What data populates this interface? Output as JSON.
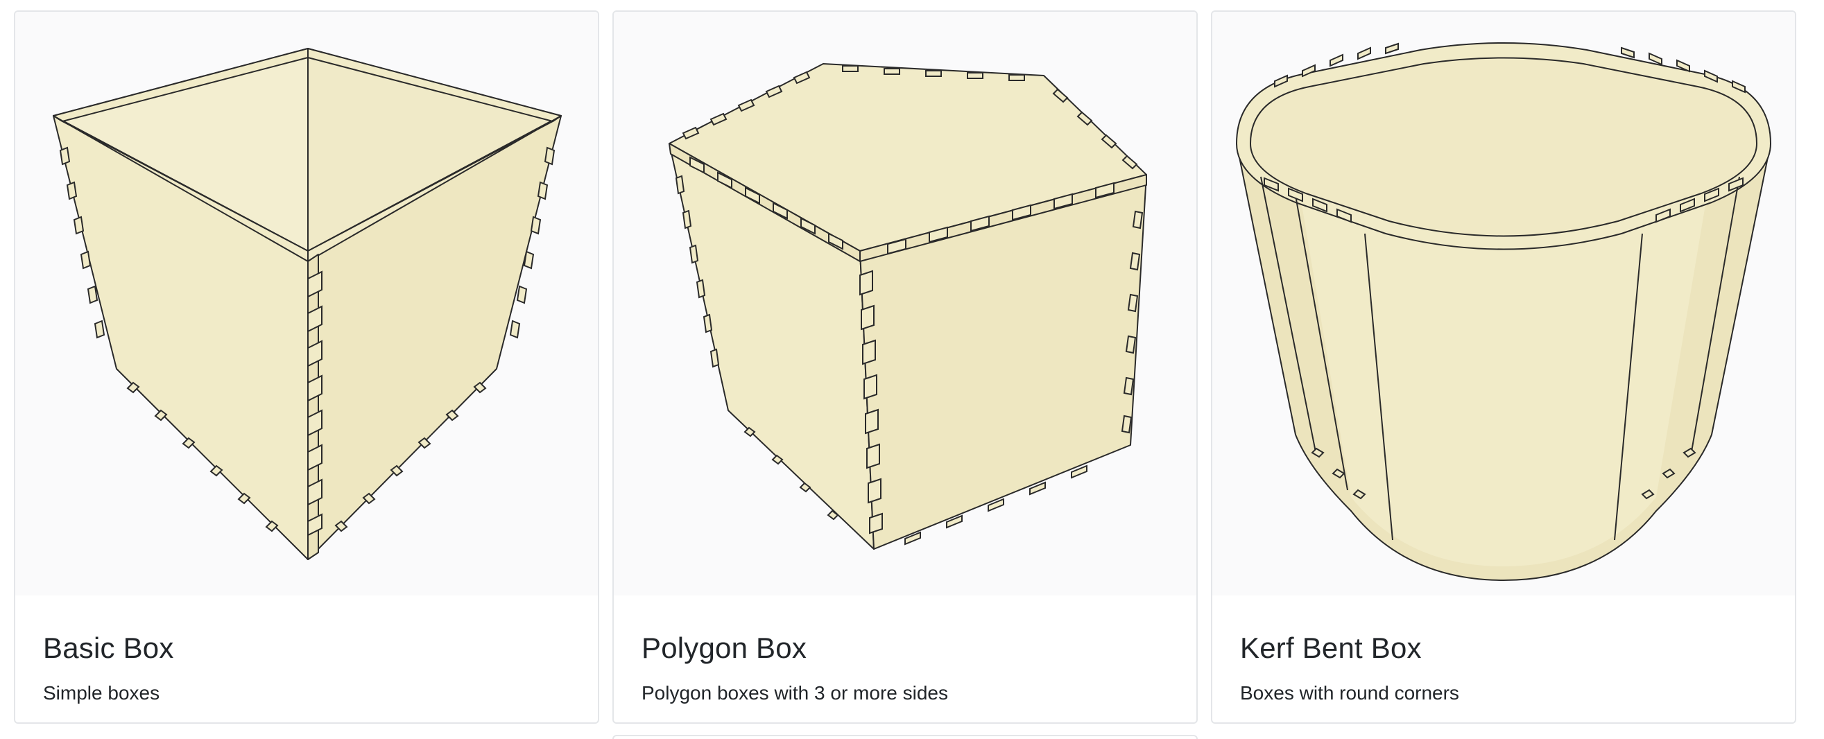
{
  "colors": {
    "wood": "#f1ebc8",
    "wood_shade": "#e9e1b6",
    "outline": "#2a2a2a",
    "thumb_bg": "#fafafb",
    "card_border": "#e4e6e9",
    "text": "#212529"
  },
  "cards": [
    {
      "title": "Basic Box",
      "text": "Simple boxes",
      "icon": "basic-box-render"
    },
    {
      "title": "Polygon Box",
      "text": "Polygon boxes with 3 or more sides",
      "icon": "polygon-box-render"
    },
    {
      "title": "Kerf Bent Box",
      "text": "Boxes with round corners",
      "icon": "kerf-bent-box-render"
    }
  ]
}
